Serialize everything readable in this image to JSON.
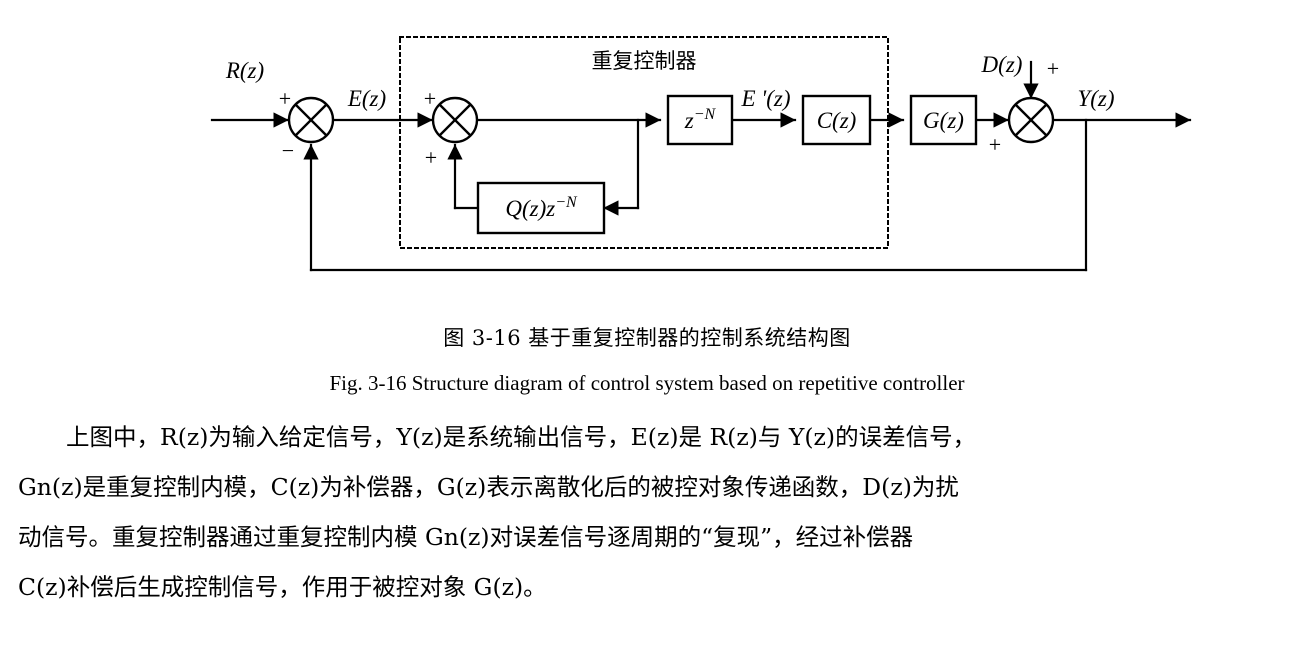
{
  "figure": {
    "group_label": "重复控制器",
    "blocks": [
      {
        "id": "delay",
        "label": "z⁻N",
        "label_plain": "z^-N"
      },
      {
        "id": "compensator",
        "label": "C(z)"
      },
      {
        "id": "plant",
        "label": "G(z)"
      },
      {
        "id": "internal-model",
        "label": "Q(z)z⁻N",
        "label_plain": "Q(z)z^-N"
      }
    ],
    "signals": {
      "reference": "R(z)",
      "error": "E(z)",
      "error_prime": "E '(z)",
      "disturbance": "D(z)",
      "output": "Y(z)"
    },
    "signs": {
      "sum1_plus": "+",
      "sum1_minus": "−",
      "sum2_plus_top": "+",
      "sum2_plus_bottom": "+",
      "sum3_plus_top": "+",
      "sum3_plus_bottom": "+"
    },
    "colors": {
      "line": "#000000",
      "background": "#ffffff",
      "dashed_box": "#000000"
    }
  },
  "caption": {
    "chinese": "图 3-16 基于重复控制器的控制系统结构图",
    "chinese_number": "图 3-16",
    "chinese_title": "基于重复控制器的控制系统结构图",
    "english": "Fig. 3-16 Structure diagram of control system based on repetitive controller"
  },
  "body": {
    "lines": [
      "上图中，R(z)为输入给定信号，Y(z)是系统输出信号，E(z)是 R(z)与 Y(z)的误差信号，",
      "Gn(z)是重复控制内模，C(z)为补偿器，G(z)表示离散化后的被控对象传递函数，D(z)为扰",
      "动信号。重复控制器通过重复控制内模 Gn(z)对误差信号逐周期的“复现”，经过补偿器",
      "C(z)补偿后生成控制信号，作用于被控对象 G(z)。"
    ]
  }
}
